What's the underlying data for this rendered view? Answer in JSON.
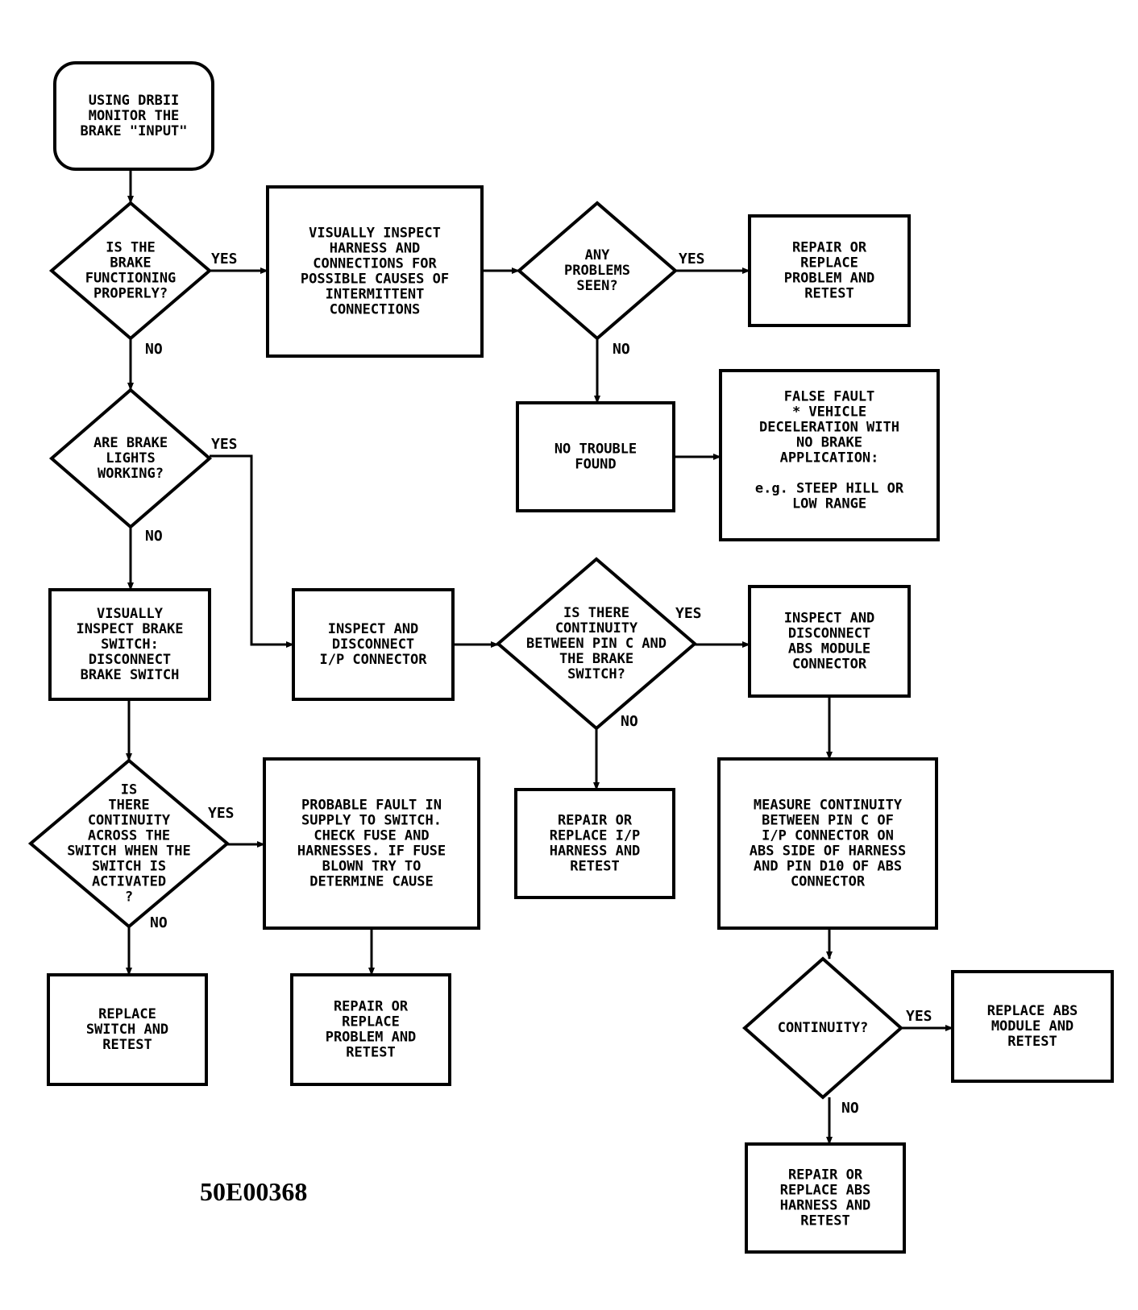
{
  "nodes": [
    {
      "id": "start",
      "shape": "rounded",
      "lines": [
        "USING DRBII",
        "MONITOR THE",
        "BRAKE \"INPUT\""
      ]
    },
    {
      "id": "q1",
      "shape": "diamond",
      "lines": [
        "IS THE",
        "BRAKE",
        "FUNCTIONING",
        "PROPERLY?"
      ]
    },
    {
      "id": "inspect_harness",
      "shape": "rect",
      "lines": [
        "VISUALLY INSPECT",
        "HARNESS AND",
        "CONNECTIONS FOR",
        "POSSIBLE CAUSES OF",
        "INTERMITTENT",
        "CONNECTIONS"
      ]
    },
    {
      "id": "q_problems",
      "shape": "diamond",
      "lines": [
        "ANY",
        "PROBLEMS",
        "SEEN?"
      ]
    },
    {
      "id": "repair1",
      "shape": "rect",
      "lines": [
        "REPAIR OR",
        "REPLACE",
        "PROBLEM AND",
        "RETEST"
      ]
    },
    {
      "id": "no_trouble",
      "shape": "rect",
      "lines": [
        "NO TROUBLE",
        "FOUND"
      ]
    },
    {
      "id": "false_fault",
      "shape": "rect",
      "lines": [
        "FALSE FAULT",
        "* VEHICLE",
        "DECELERATION WITH",
        "NO BRAKE",
        "APPLICATION:",
        "",
        "e.g. STEEP HILL OR",
        "LOW RANGE"
      ]
    },
    {
      "id": "q_lights",
      "shape": "diamond",
      "lines": [
        "ARE BRAKE",
        "LIGHTS",
        "WORKING?"
      ]
    },
    {
      "id": "inspect_switch",
      "shape": "rect",
      "lines": [
        "VISUALLY",
        "INSPECT BRAKE",
        "SWITCH:",
        "DISCONNECT",
        "BRAKE SWITCH"
      ]
    },
    {
      "id": "inspect_ip",
      "shape": "rect",
      "lines": [
        "INSPECT AND",
        "DISCONNECT",
        "I/P CONNECTOR"
      ]
    },
    {
      "id": "q_pinc",
      "shape": "diamond",
      "lines": [
        "IS THERE",
        "CONTINUITY",
        "BETWEEN PIN C AND",
        "THE BRAKE",
        "SWITCH?"
      ]
    },
    {
      "id": "inspect_abs",
      "shape": "rect",
      "lines": [
        "INSPECT AND",
        "DISCONNECT",
        "ABS MODULE",
        "CONNECTOR"
      ]
    },
    {
      "id": "q_switch",
      "shape": "diamond",
      "lines": [
        "IS",
        "THERE",
        "CONTINUITY",
        "ACROSS THE",
        "SWITCH WHEN THE",
        "SWITCH IS",
        "ACTIVATED",
        "?"
      ]
    },
    {
      "id": "probable_fault",
      "shape": "rect",
      "lines": [
        "PROBABLE FAULT IN",
        "SUPPLY TO SWITCH.",
        "CHECK FUSE AND",
        "HARNESSES. IF FUSE",
        "BLOWN TRY TO",
        "DETERMINE CAUSE"
      ]
    },
    {
      "id": "repair_ip",
      "shape": "rect",
      "lines": [
        "REPAIR OR",
        "REPLACE I/P",
        "HARNESS AND",
        "RETEST"
      ]
    },
    {
      "id": "measure",
      "shape": "rect",
      "lines": [
        "MEASURE CONTINUITY",
        "BETWEEN PIN C OF",
        "I/P CONNECTOR ON",
        "ABS SIDE OF HARNESS",
        "AND PIN D10 OF ABS",
        "CONNECTOR"
      ]
    },
    {
      "id": "replace_switch",
      "shape": "rect",
      "lines": [
        "REPLACE",
        "SWITCH AND",
        "RETEST"
      ]
    },
    {
      "id": "repair2",
      "shape": "rect",
      "lines": [
        "REPAIR OR",
        "REPLACE",
        "PROBLEM AND",
        "RETEST"
      ]
    },
    {
      "id": "q_cont",
      "shape": "diamond",
      "lines": [
        "CONTINUITY?"
      ]
    },
    {
      "id": "replace_abs",
      "shape": "rect",
      "lines": [
        "REPLACE ABS",
        "MODULE AND",
        "RETEST"
      ]
    },
    {
      "id": "repair_abs",
      "shape": "rect",
      "lines": [
        "REPAIR OR",
        "REPLACE ABS",
        "HARNESS AND",
        "RETEST"
      ]
    }
  ],
  "edges": [
    {
      "from": "start",
      "to": "q1",
      "label": ""
    },
    {
      "from": "q1",
      "to": "inspect_harness",
      "label": "YES"
    },
    {
      "from": "q1",
      "to": "q_lights",
      "label": "NO"
    },
    {
      "from": "inspect_harness",
      "to": "q_problems",
      "label": ""
    },
    {
      "from": "q_problems",
      "to": "repair1",
      "label": "YES"
    },
    {
      "from": "q_problems",
      "to": "no_trouble",
      "label": "NO"
    },
    {
      "from": "no_trouble",
      "to": "false_fault",
      "label": ""
    },
    {
      "from": "q_lights",
      "to": "inspect_ip",
      "label": "YES"
    },
    {
      "from": "q_lights",
      "to": "inspect_switch",
      "label": "NO"
    },
    {
      "from": "inspect_ip",
      "to": "q_pinc",
      "label": ""
    },
    {
      "from": "q_pinc",
      "to": "inspect_abs",
      "label": "YES"
    },
    {
      "from": "q_pinc",
      "to": "repair_ip",
      "label": "NO"
    },
    {
      "from": "inspect_abs",
      "to": "measure",
      "label": ""
    },
    {
      "from": "inspect_switch",
      "to": "q_switch",
      "label": ""
    },
    {
      "from": "q_switch",
      "to": "probable_fault",
      "label": "YES"
    },
    {
      "from": "q_switch",
      "to": "replace_switch",
      "label": "NO"
    },
    {
      "from": "probable_fault",
      "to": "repair2",
      "label": ""
    },
    {
      "from": "measure",
      "to": "q_cont",
      "label": ""
    },
    {
      "from": "q_cont",
      "to": "replace_abs",
      "label": "YES"
    },
    {
      "from": "q_cont",
      "to": "repair_abs",
      "label": "NO"
    }
  ],
  "document_id": "50E00368"
}
